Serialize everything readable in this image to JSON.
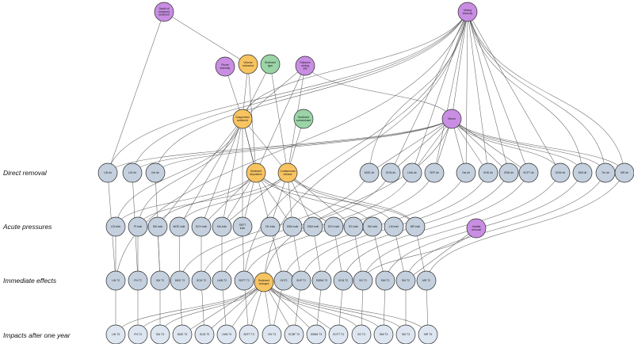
{
  "rows": [
    {
      "id": "direct",
      "label": "Direct removal"
    },
    {
      "id": "acute",
      "label": "Acute pressures"
    },
    {
      "id": "immediate",
      "label": "Immediate effects"
    },
    {
      "id": "year",
      "label": "Impacts after one year"
    }
  ],
  "colors": {
    "purple": "#c98ee3",
    "orange": "#f8c461",
    "green": "#9ad4a7",
    "blue": "#c4d0de",
    "lightblue": "#dde6f0"
  },
  "nodes": [
    {
      "id": "depth",
      "label": "Depth of extracted sediment",
      "color": "purple"
    },
    {
      "id": "mining",
      "label": "Mining intensity",
      "color": "purple"
    },
    {
      "id": "flume",
      "label": "Plume intensity",
      "color": "purple"
    },
    {
      "id": "volume",
      "label": "Volume extracted",
      "color": "orange"
    },
    {
      "id": "sedtype",
      "label": "Sediment type",
      "color": "green"
    },
    {
      "id": "dist",
      "label": "Distance mining site",
      "color": "purple"
    },
    {
      "id": "susp",
      "label": "Suspended sediment",
      "color": "orange"
    },
    {
      "id": "sedcont",
      "label": "Sediment contaminant",
      "color": "green"
    },
    {
      "id": "mined",
      "label": "Mined",
      "color": "purple"
    },
    {
      "id": "sedrem",
      "label": "Sediment deposition",
      "color": "orange"
    },
    {
      "id": "contrel",
      "label": "Contaminant release",
      "color": "orange"
    },
    {
      "id": "mred",
      "label": "Habitat removal",
      "color": "purple"
    },
    {
      "id": "sedchg",
      "label": "Sediment changes",
      "color": "orange"
    },
    {
      "id": "d1",
      "label": "LIN dir",
      "color": "blue"
    },
    {
      "id": "d2",
      "label": "LIH dir",
      "color": "blue"
    },
    {
      "id": "d3",
      "label": "Kel dir",
      "color": "blue"
    },
    {
      "id": "d4",
      "label": "MGE dir",
      "color": "blue"
    },
    {
      "id": "d5",
      "label": "SCM dir",
      "color": "blue"
    },
    {
      "id": "d6",
      "label": "LMA dir",
      "color": "blue"
    },
    {
      "id": "d7",
      "label": "SEP dir",
      "color": "blue"
    },
    {
      "id": "d8",
      "label": "Ost dir",
      "color": "blue"
    },
    {
      "id": "d9",
      "label": "KHD dir",
      "color": "blue"
    },
    {
      "id": "d10",
      "label": "SSM dir",
      "color": "blue"
    },
    {
      "id": "d11",
      "label": "SCFT dir",
      "color": "blue"
    },
    {
      "id": "d12",
      "label": "SGM dir",
      "color": "blue"
    },
    {
      "id": "d13",
      "label": "SMI dir",
      "color": "blue"
    },
    {
      "id": "d14",
      "label": "Thr dir",
      "color": "blue"
    },
    {
      "id": "d15",
      "label": "MR dir",
      "color": "blue"
    },
    {
      "id": "a1",
      "label": "LSI indir",
      "color": "blue"
    },
    {
      "id": "a2",
      "label": "PI indir",
      "color": "blue"
    },
    {
      "id": "a3",
      "label": "SM indir",
      "color": "blue"
    },
    {
      "id": "a4",
      "label": "MGE indir",
      "color": "blue"
    },
    {
      "id": "a5",
      "label": "SCH indir",
      "color": "blue"
    },
    {
      "id": "a6",
      "label": "MA indir",
      "color": "blue"
    },
    {
      "id": "a7",
      "label": "SEFT indir",
      "color": "blue"
    },
    {
      "id": "a8",
      "label": "OK indir",
      "color": "blue"
    },
    {
      "id": "a9",
      "label": "SSM indir",
      "color": "blue"
    },
    {
      "id": "a10",
      "label": "SSM indir",
      "color": "blue"
    },
    {
      "id": "a11",
      "label": "SCH indir",
      "color": "blue"
    },
    {
      "id": "a12",
      "label": "SG indir",
      "color": "blue"
    },
    {
      "id": "a13",
      "label": "SM indir",
      "color": "blue"
    },
    {
      "id": "a14",
      "label": "LM indir",
      "color": "blue"
    },
    {
      "id": "a15",
      "label": "MR indir",
      "color": "blue"
    },
    {
      "id": "i1",
      "label": "LIN T2",
      "color": "blue"
    },
    {
      "id": "i2",
      "label": "PH T2",
      "color": "blue"
    },
    {
      "id": "i3",
      "label": "SM T2",
      "color": "blue"
    },
    {
      "id": "i4",
      "label": "MGE T2",
      "color": "blue"
    },
    {
      "id": "i5",
      "label": "SCM T2",
      "color": "blue"
    },
    {
      "id": "i6",
      "label": "LMN T2",
      "color": "blue"
    },
    {
      "id": "i7",
      "label": "SEFT T2",
      "color": "blue"
    },
    {
      "id": "i8",
      "label": "OHT2",
      "color": "blue"
    },
    {
      "id": "i9",
      "label": "SHP T2",
      "color": "blue"
    },
    {
      "id": "i10",
      "label": "SSBM T2",
      "color": "blue"
    },
    {
      "id": "i11",
      "label": "SCM T2",
      "color": "blue"
    },
    {
      "id": "i12",
      "label": "SG T2",
      "color": "blue"
    },
    {
      "id": "i13",
      "label": "SMI T2",
      "color": "blue"
    },
    {
      "id": "i14",
      "label": "SM T2",
      "color": "blue"
    },
    {
      "id": "i15",
      "label": "MR T2",
      "color": "blue"
    },
    {
      "id": "y1",
      "label": "LIN T3",
      "color": "lightblue"
    },
    {
      "id": "y2",
      "label": "PH T3",
      "color": "lightblue"
    },
    {
      "id": "y3",
      "label": "SM T3",
      "color": "lightblue"
    },
    {
      "id": "y4",
      "label": "MGE T3",
      "color": "lightblue"
    },
    {
      "id": "y5",
      "label": "SCM T3",
      "color": "lightblue"
    },
    {
      "id": "y6",
      "label": "LMN T3",
      "color": "lightblue"
    },
    {
      "id": "y7",
      "label": "SEFT T3",
      "color": "lightblue"
    },
    {
      "id": "y8",
      "label": "OH T3",
      "color": "lightblue"
    },
    {
      "id": "y9",
      "label": "SCBF T3",
      "color": "lightblue"
    },
    {
      "id": "y10",
      "label": "SSBM T3",
      "color": "lightblue"
    },
    {
      "id": "y11",
      "label": "SCFT T3",
      "color": "lightblue"
    },
    {
      "id": "y12",
      "label": "SG T3",
      "color": "lightblue"
    },
    {
      "id": "y13",
      "label": "SMI T3",
      "color": "lightblue"
    },
    {
      "id": "y14",
      "label": "SM T3",
      "color": "lightblue"
    },
    {
      "id": "y15",
      "label": "MR T3",
      "color": "lightblue"
    }
  ],
  "edges": [
    [
      "depth",
      "volume"
    ],
    [
      "depth",
      "d1"
    ],
    [
      "mining",
      "d1"
    ],
    [
      "mining",
      "d2"
    ],
    [
      "mining",
      "d3"
    ],
    [
      "mining",
      "d4"
    ],
    [
      "mining",
      "d5"
    ],
    [
      "mining",
      "d6"
    ],
    [
      "mining",
      "d7"
    ],
    [
      "mining",
      "d8"
    ],
    [
      "mining",
      "d9"
    ],
    [
      "mining",
      "d10"
    ],
    [
      "mining",
      "d11"
    ],
    [
      "mining",
      "d12"
    ],
    [
      "mining",
      "d13"
    ],
    [
      "mining",
      "d14"
    ],
    [
      "mining",
      "d15"
    ],
    [
      "mining",
      "mined"
    ],
    [
      "mining",
      "susp"
    ],
    [
      "mining",
      "sedchg"
    ],
    [
      "mining",
      "i1"
    ],
    [
      "mining",
      "i7"
    ],
    [
      "flume",
      "susp"
    ],
    [
      "volume",
      "susp"
    ],
    [
      "volume",
      "sedrem"
    ],
    [
      "sedtype",
      "susp"
    ],
    [
      "sedtype",
      "contrel"
    ],
    [
      "dist",
      "susp"
    ],
    [
      "dist",
      "sedrem"
    ],
    [
      "dist",
      "contrel"
    ],
    [
      "dist",
      "mined"
    ],
    [
      "sedcont",
      "contrel"
    ],
    [
      "mined",
      "d1"
    ],
    [
      "mined",
      "d2"
    ],
    [
      "mined",
      "d3"
    ],
    [
      "mined",
      "d4"
    ],
    [
      "mined",
      "d5"
    ],
    [
      "mined",
      "d6"
    ],
    [
      "mined",
      "d7"
    ],
    [
      "mined",
      "d8"
    ],
    [
      "mined",
      "d9"
    ],
    [
      "mined",
      "d10"
    ],
    [
      "mined",
      "d11"
    ],
    [
      "mined",
      "d12"
    ],
    [
      "mined",
      "d13"
    ],
    [
      "mined",
      "d14"
    ],
    [
      "mined",
      "d15"
    ],
    [
      "mined",
      "sedchg"
    ],
    [
      "susp",
      "sedrem"
    ],
    [
      "susp",
      "contrel"
    ],
    [
      "susp",
      "a1"
    ],
    [
      "susp",
      "a2"
    ],
    [
      "susp",
      "a3"
    ],
    [
      "susp",
      "a4"
    ],
    [
      "susp",
      "a5"
    ],
    [
      "susp",
      "a6"
    ],
    [
      "susp",
      "a7"
    ],
    [
      "susp",
      "a8"
    ],
    [
      "sedrem",
      "a1"
    ],
    [
      "sedrem",
      "a3"
    ],
    [
      "sedrem",
      "a5"
    ],
    [
      "sedrem",
      "a6"
    ],
    [
      "sedrem",
      "a7"
    ],
    [
      "sedrem",
      "a9"
    ],
    [
      "sedrem",
      "a11"
    ],
    [
      "sedrem",
      "a13"
    ],
    [
      "sedrem",
      "a15"
    ],
    [
      "contrel",
      "a2"
    ],
    [
      "contrel",
      "a4"
    ],
    [
      "contrel",
      "a6"
    ],
    [
      "contrel",
      "a8"
    ],
    [
      "contrel",
      "a9"
    ],
    [
      "contrel",
      "a10"
    ],
    [
      "contrel",
      "a12"
    ],
    [
      "contrel",
      "a14"
    ],
    [
      "contrel",
      "a15"
    ],
    [
      "d1",
      "i1"
    ],
    [
      "d2",
      "i2"
    ],
    [
      "d3",
      "i3"
    ],
    [
      "d4",
      "i4"
    ],
    [
      "d5",
      "i5"
    ],
    [
      "d6",
      "i6"
    ],
    [
      "d7",
      "i7"
    ],
    [
      "d8",
      "i8"
    ],
    [
      "d9",
      "i9"
    ],
    [
      "d10",
      "i10"
    ],
    [
      "d11",
      "i11"
    ],
    [
      "d12",
      "i12"
    ],
    [
      "d13",
      "i13"
    ],
    [
      "d14",
      "i14"
    ],
    [
      "d15",
      "i15"
    ],
    [
      "a1",
      "i1"
    ],
    [
      "a2",
      "i2"
    ],
    [
      "a3",
      "i3"
    ],
    [
      "a4",
      "i4"
    ],
    [
      "a5",
      "i5"
    ],
    [
      "a6",
      "i6"
    ],
    [
      "a7",
      "i7"
    ],
    [
      "a8",
      "i8"
    ],
    [
      "a9",
      "i9"
    ],
    [
      "a10",
      "i10"
    ],
    [
      "a11",
      "i11"
    ],
    [
      "a12",
      "i12"
    ],
    [
      "a13",
      "i13"
    ],
    [
      "a14",
      "i14"
    ],
    [
      "a15",
      "i15"
    ],
    [
      "mred",
      "i12"
    ],
    [
      "mred",
      "i14"
    ],
    [
      "i1",
      "y1"
    ],
    [
      "i2",
      "y2"
    ],
    [
      "i3",
      "y3"
    ],
    [
      "i4",
      "y4"
    ],
    [
      "i5",
      "y5"
    ],
    [
      "i6",
      "y6"
    ],
    [
      "i7",
      "y7"
    ],
    [
      "i8",
      "y8"
    ],
    [
      "i9",
      "y9"
    ],
    [
      "i10",
      "y10"
    ],
    [
      "i11",
      "y11"
    ],
    [
      "i12",
      "y12"
    ],
    [
      "i13",
      "y13"
    ],
    [
      "i14",
      "y14"
    ],
    [
      "i15",
      "y15"
    ],
    [
      "sedchg",
      "y1"
    ],
    [
      "sedchg",
      "y2"
    ],
    [
      "sedchg",
      "y3"
    ],
    [
      "sedchg",
      "y4"
    ],
    [
      "sedchg",
      "y5"
    ],
    [
      "sedchg",
      "y6"
    ],
    [
      "sedchg",
      "y7"
    ],
    [
      "sedchg",
      "y8"
    ],
    [
      "sedchg",
      "y9"
    ],
    [
      "sedchg",
      "y10"
    ],
    [
      "sedchg",
      "y11"
    ],
    [
      "sedchg",
      "y12"
    ],
    [
      "sedchg",
      "y13"
    ],
    [
      "sedchg",
      "y14"
    ],
    [
      "sedchg",
      "y15"
    ]
  ]
}
